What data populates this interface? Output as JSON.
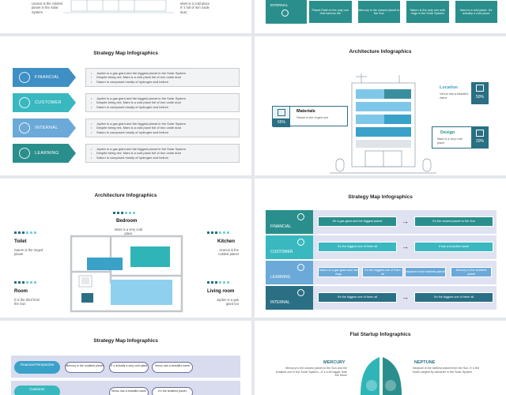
{
  "top_left": {
    "text1": "Uranus is the coldest planet in the Solar System",
    "text2": "Mars is a cold place. It' s full of iron oxide dust"
  },
  "top_right": {
    "teal_label": "INTERNAL",
    "cells": [
      "Planet Earth is the only one that harbors life",
      "Mercury is the closest planet to the Sun",
      "Saturn is the only one with rings in the Solar System",
      "Mars is a cold place. It's actually a cold place"
    ]
  },
  "strategy1": {
    "title": "Strategy Map Infographics",
    "rows": [
      {
        "label": "FINANCIAL",
        "color": "#3d8fc4",
        "icon": "target-icon"
      },
      {
        "label": "CUSTOMER",
        "color": "#39b8c0",
        "icon": "person-icon"
      },
      {
        "label": "INTERNAL",
        "color": "#6aa9d8",
        "icon": "shuffle-icon"
      },
      {
        "label": "LEARNING",
        "color": "#2a8f8c",
        "icon": "chart-icon"
      }
    ],
    "bullets": [
      "Jupiter is a gas giant and the biggest planet in the Solar System",
      "Despite being red, Mars is a cold place full of iron oxide dust",
      "Saturn is composed mostly of hydrogen and helium"
    ]
  },
  "architecture1": {
    "title": "Architecture Infographics",
    "materials": {
      "title": "Materials",
      "pct": "65%",
      "desc": "Saturn is the ringed one"
    },
    "location": {
      "title": "Location",
      "pct": "50%",
      "desc": "Venus has a beautiful name"
    },
    "design": {
      "title": "Design",
      "pct": "20%",
      "desc": "Mars is a very cold place"
    }
  },
  "architecture2": {
    "title": "Architecture Infographics",
    "bedroom": {
      "title": "Bedroom",
      "desc": "Mars is a very cold place"
    },
    "toilet": {
      "title": "Toilet",
      "desc": "Saturn is the ringed planet"
    },
    "kitchen": {
      "title": "Kitchen",
      "desc": "Uranus is the coldest planet"
    },
    "room": {
      "title": "Room",
      "desc": "It is the third from the Sun"
    },
    "living": {
      "title": "Living room",
      "desc": "Jupiter is a gas giant too"
    }
  },
  "strategy2": {
    "title": "Strategy Map Infographics",
    "rows": [
      {
        "label": "FINANCIAL",
        "icon": "piggy-bank-icon",
        "left": "It's a gas giant and the biggest planet",
        "right": "It's the closest planet to the Sun"
      },
      {
        "label": "CUSTOMER",
        "icon": "person-icon",
        "left": "It's the biggest one of them all",
        "right": "It has a beautiful name"
      },
      {
        "label": "LEARNING",
        "icon": "presentation-icon",
        "cells": [
          "Saturn is a gas giant and has rings",
          "It's the biggest one of them all",
          "Neptune is the farthest planet",
          "Mercury is the smallest planet"
        ]
      },
      {
        "label": "INTERNAL",
        "icon": "target-icon",
        "left": "It's the biggest one of them all",
        "right": "It's the biggest one of them all"
      }
    ]
  },
  "strategy3": {
    "title": "Strategy Map Infographics",
    "rows": [
      {
        "label": "Financial Perspective",
        "items": [
          "Mercury is the smallest planet",
          "It' s actually a very cold place",
          "Venus has a beautiful name"
        ]
      },
      {
        "label": "Customer",
        "items": [
          "Venus has a beautiful name",
          "It's the smallest planet"
        ]
      }
    ]
  },
  "flat_startup": {
    "title": "Flat Startup Infographics",
    "mercury": {
      "title": "MERCURY",
      "desc": "Mercury is the closest planet to the Sun and the smallest one in the Solar System—it' s a bit bigger than the Moon"
    },
    "neptune": {
      "title": "NEPTUNE",
      "desc": "Neptune is the farthest planet from the Sun. It' s the fourth-largest by diameter in the Solar System"
    }
  },
  "colors": {
    "teal": "#2a8f8c",
    "blue": "#3d8fc4",
    "navy": "#2a6f84",
    "light_teal": "#39b8c0"
  }
}
